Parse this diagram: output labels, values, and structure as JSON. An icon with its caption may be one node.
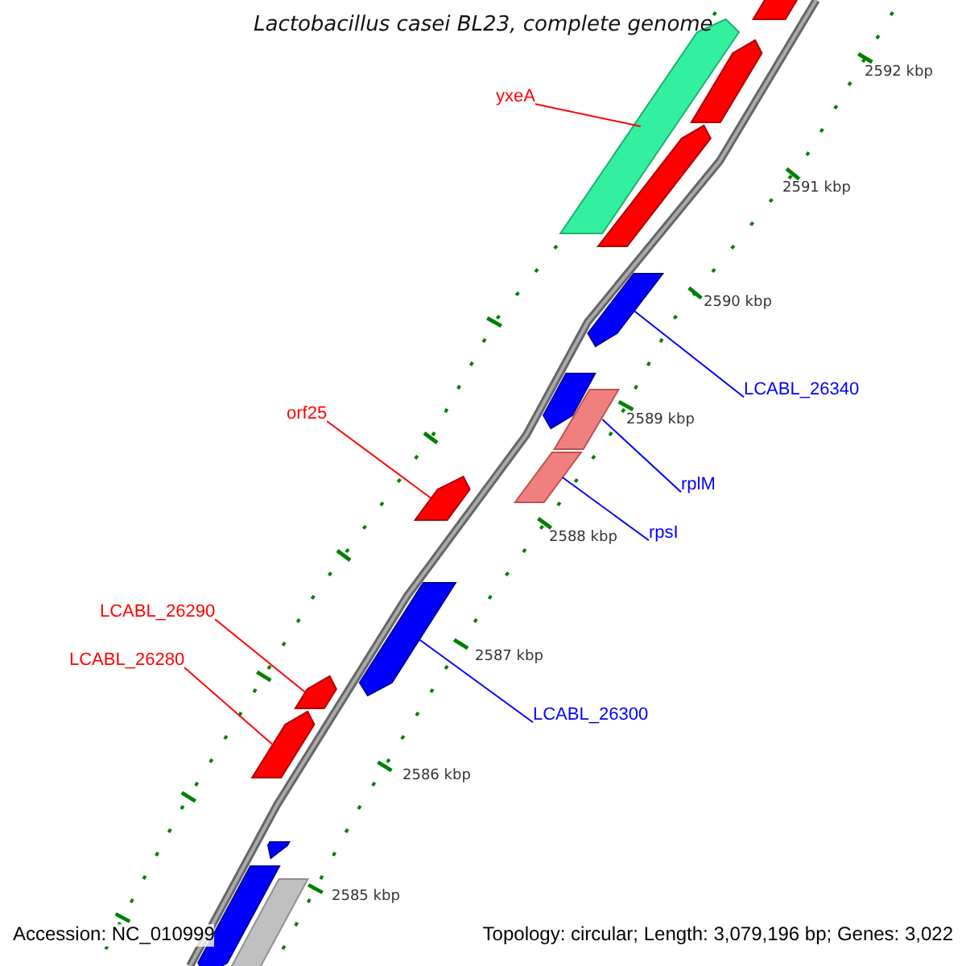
{
  "diagram": {
    "title": "Lactobacillus casei BL23, complete genome",
    "nodes": [
      {
        "text": [
          "yxeA"
        ]
      },
      {
        "text": [],
        "shape": "arrow"
      },
      {
        "text": [
          "LCABL_26340"
        ]
      },
      {
        "text": [],
        "shape": "arrow"
      },
      {
        "text": [
          "orf25"
        ]
      },
      {
        "text": [],
        "shape": "arrow"
      },
      {
        "text": [
          "rplM"
        ]
      },
      {
        "text": [],
        "shape": "bar"
      },
      {
        "text": [
          "rpsI"
        ]
      },
      {
        "text": [],
        "shape": "bar"
      },
      {
        "text": [
          "LCABL_26290"
        ]
      },
      {
        "text": [],
        "shape": "arrow"
      },
      {
        "text": [
          "LCABL_26280"
        ]
      },
      {
        "text": [],
        "shape": "arrow"
      },
      {
        "text": [
          "LCABL_26300"
        ]
      },
      {
        "text": [],
        "shape": "arrow"
      },
      {
        "text": [],
        "shape": "arrow"
      },
      {
        "text": [],
        "shape": "arrow"
      },
      {
        "text": [],
        "shape": "arrow"
      },
      {
        "text": [],
        "shape": "arrow"
      },
      {
        "text": [],
        "shape": "arrow"
      },
      {
        "text": [],
        "shape": "arrow"
      },
      {
        "text": [],
        "shape": "bar"
      }
    ],
    "edges": [
      {
        "from": 0,
        "to": 1,
        "arrow": "none",
        "color": "#ff0000"
      },
      {
        "from": 2,
        "to": 3,
        "arrow": "none",
        "color": "#0000ff"
      },
      {
        "from": 4,
        "to": 5,
        "arrow": "none",
        "color": "#ff0000"
      },
      {
        "from": 6,
        "to": 7,
        "arrow": "none",
        "color": "#0000ff"
      },
      {
        "from": 8,
        "to": 9,
        "arrow": "none",
        "color": "#0000ff"
      },
      {
        "from": 10,
        "to": 11,
        "arrow": "none",
        "color": "#ff0000"
      },
      {
        "from": 12,
        "to": 13,
        "arrow": "none",
        "color": "#ff0000"
      },
      {
        "from": 14,
        "to": 15,
        "arrow": "none",
        "color": "#0000ff"
      }
    ],
    "labels": [
      "2592 kbp",
      "2591 kbp",
      "2590 kbp",
      "2589 kbp",
      "2588 kbp",
      "2587 kbp",
      "2586 kbp",
      "2585 kbp",
      "Accession: NC_010999",
      "Topology: circular; Length: 3,079,196 bp; Genes: 3,022"
    ]
  }
}
